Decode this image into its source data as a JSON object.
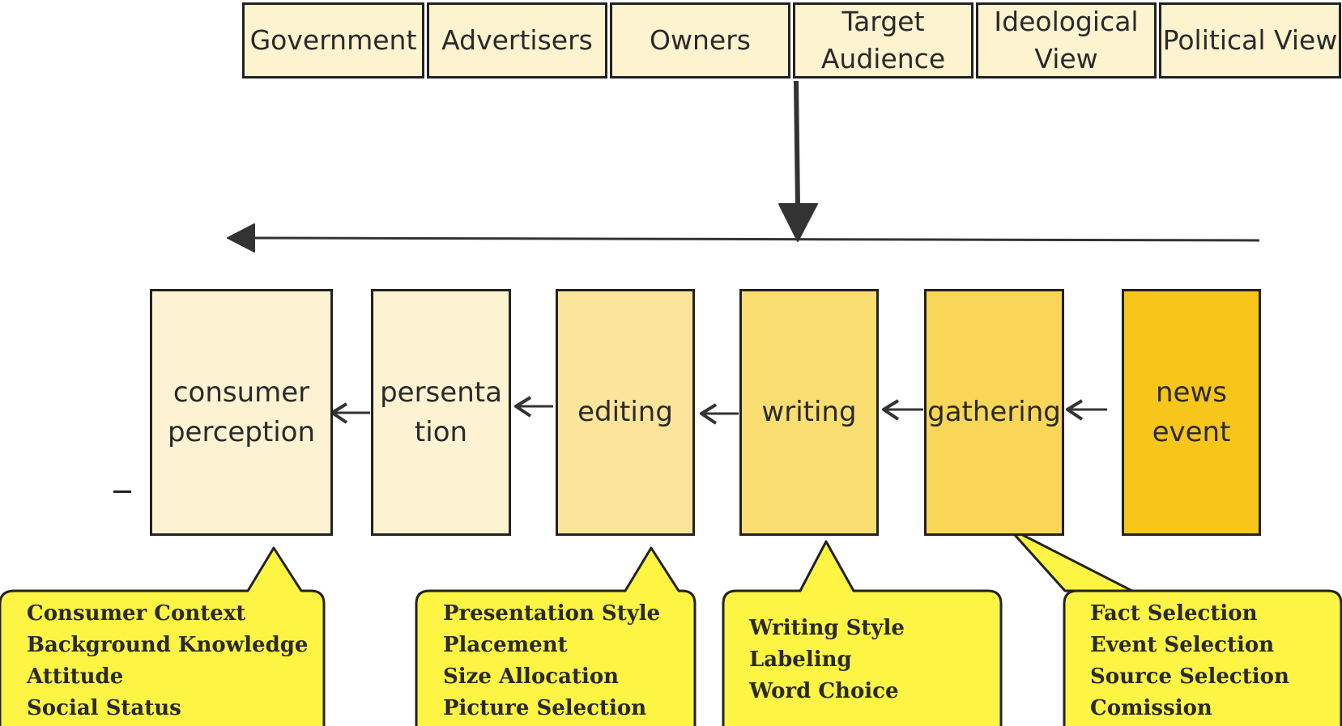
{
  "influences": [
    {
      "label": "Government"
    },
    {
      "label": "Advertisers"
    },
    {
      "label": "Owners"
    },
    {
      "label": "Target\nAudience"
    },
    {
      "label": "Ideological\nView"
    },
    {
      "label": "Political View"
    }
  ],
  "stages": [
    {
      "label": "consumer\nperception",
      "color": "#fdf2d1"
    },
    {
      "label": "persenta\ntion",
      "color": "#fdf2d1"
    },
    {
      "label": "editing",
      "color": "#fce59b"
    },
    {
      "label": "writing",
      "color": "#fbde72"
    },
    {
      "label": "gathering",
      "color": "#f9d658"
    },
    {
      "label": "news\nevent",
      "color": "#f8c61a"
    }
  ],
  "callouts": [
    {
      "text": "Consumer Context\nBackground  Knowledge\nAttitude\nSocial Status"
    },
    {
      "text": "Presentation Style\nPlacement\nSize Allocation\nPicture Selection"
    },
    {
      "text": "Writing Style\nLabeling\nWord Choice"
    },
    {
      "text": "Fact Selection\nEvent Selection\nSource Selection\nComission"
    }
  ],
  "colors": {
    "callout_fill": "#fdf443",
    "influence_fill": "#fdf3cf",
    "outline": "#222222"
  }
}
